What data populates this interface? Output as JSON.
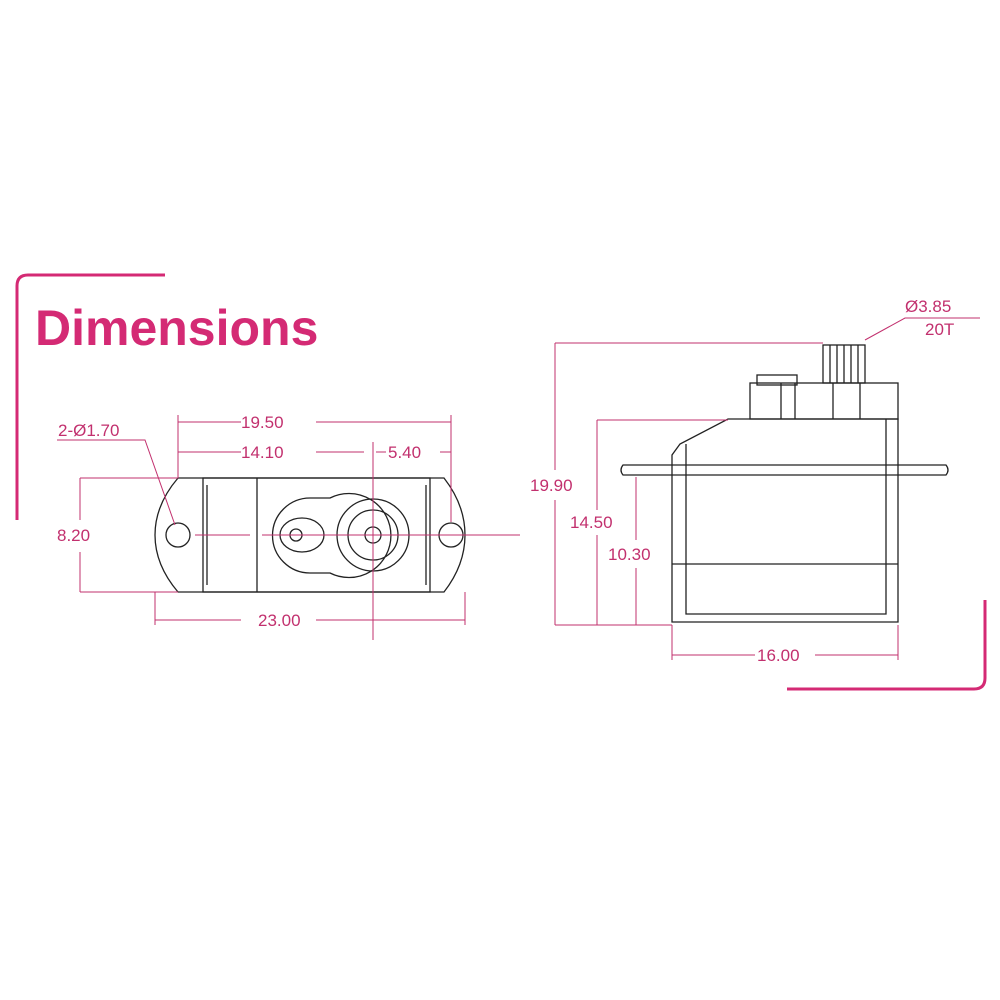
{
  "title": "Dimensions",
  "accent_color": "#d42a74",
  "dimension_color": "#c2306e",
  "top_view": {
    "labels": {
      "hole_spacing": "19.50",
      "shaft_offset": "14.10",
      "shaft_to_hole": "5.40",
      "mount_holes": "2-Ø1.70",
      "width": "8.20",
      "overall_length": "23.00"
    }
  },
  "side_view": {
    "labels": {
      "spline": "Ø3.85",
      "teeth": "20T",
      "total_height": "19.90",
      "body_height": "14.50",
      "tab_height": "10.30",
      "body_length": "16.00"
    }
  }
}
